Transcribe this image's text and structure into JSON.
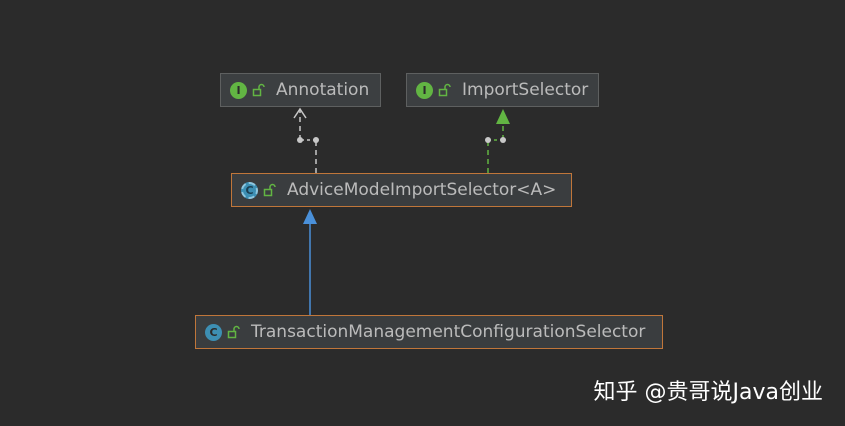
{
  "diagram": {
    "nodes": [
      {
        "id": "annotation",
        "label": "Annotation",
        "kind": "interface",
        "kind_letter": "I",
        "icon": "interface-icon"
      },
      {
        "id": "import_selector",
        "label": "ImportSelector",
        "kind": "interface",
        "kind_letter": "I",
        "icon": "interface-icon"
      },
      {
        "id": "advice",
        "label": "AdviceModeImportSelector<A>",
        "kind": "abstract-class",
        "kind_letter": "C",
        "icon": "abstract-class-icon"
      },
      {
        "id": "transaction",
        "label": "TransactionManagementConfigurationSelector",
        "kind": "class",
        "kind_letter": "C",
        "icon": "class-icon"
      }
    ],
    "edges": [
      {
        "from": "advice",
        "to": "annotation",
        "relation": "uses-generic-bound",
        "style": "dashed",
        "color": "#c8c8c8"
      },
      {
        "from": "advice",
        "to": "import_selector",
        "relation": "implements",
        "style": "dashed",
        "color": "#62b543"
      },
      {
        "from": "transaction",
        "to": "advice",
        "relation": "extends",
        "style": "solid",
        "color": "#4a90d9"
      }
    ]
  },
  "watermark": {
    "text": "知乎 @贵哥说Java创业"
  },
  "colors": {
    "background": "#2b2b2b",
    "interface_icon": "#62b543",
    "class_icon": "#3d8fb3",
    "selected_border": "#c0763a",
    "extends_arrow": "#4a90d9",
    "implements_arrow": "#62b543"
  }
}
